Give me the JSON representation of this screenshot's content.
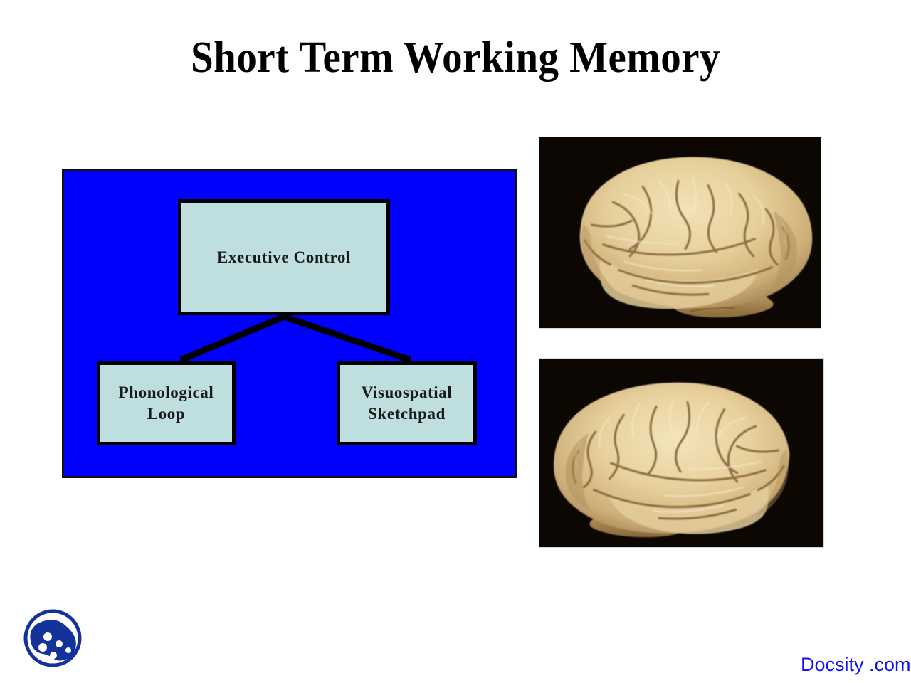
{
  "slide": {
    "title": "Short Term Working Memory",
    "background_color": "#ffffff"
  },
  "diagram": {
    "name": "working-memory-model",
    "panel_color": "#0000ff",
    "panel_border_color": "#111111",
    "node_fill_color": "#bfdee0",
    "node_border_color": "#000000",
    "nodes": [
      {
        "id": "executive-control",
        "label": "Executive Control"
      },
      {
        "id": "phonological-loop",
        "label": "Phonological\nLoop"
      },
      {
        "id": "visuospatial-sketchpad",
        "label": "Visuospatial\nSketchpad"
      }
    ],
    "connectors": [
      {
        "from": "executive-control",
        "to": "phonological-loop"
      },
      {
        "from": "executive-control",
        "to": "visuospatial-sketchpad"
      }
    ]
  },
  "figures": [
    {
      "id": "brain-lateral-left",
      "alt": "Photograph of a human brain, lateral view facing left, cream colored on black background",
      "background_color": "#0d0704",
      "tissue_color": "#e8d2a0"
    },
    {
      "id": "brain-lateral-right",
      "alt": "Photograph of a human brain, lateral view facing right, cream colored on black background",
      "background_color": "#0d0704",
      "tissue_color": "#e8d2a0"
    }
  ],
  "branding": {
    "logo_name": "docsity-owl-logo",
    "logo_color": "#13339a",
    "wordmark": "Docsity .com",
    "wordmark_color": "#1313ef"
  }
}
